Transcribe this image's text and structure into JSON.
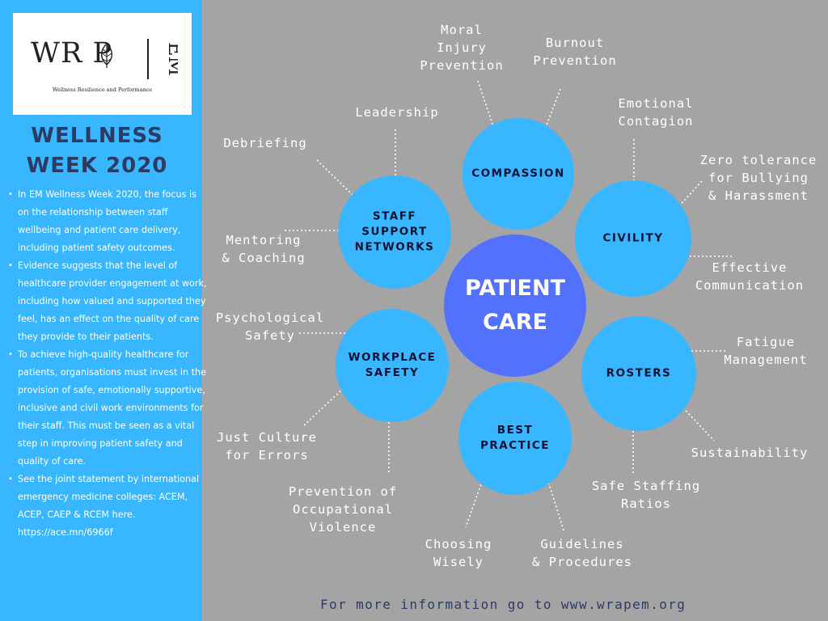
{
  "logo": {
    "text": "WR P",
    "em_text": "EM",
    "tagline": "Wellness   Resilience   and   Performance"
  },
  "sidebar": {
    "title": "WELLNESS\nWEEK 2020",
    "bullets": [
      "In EM Wellness Week 2020, the focus is on the relationship between staff wellbeing and patient care delivery, including patient safety outcomes.",
      "Evidence suggests that the level of healthcare provider engagement at work, including how valued and supported they feel, has an effect on the quality of care they provide to their patients.",
      "To achieve high-quality healthcare for patients,  organisations must invest in the provision of safe, emotionally supportive, inclusive and civil work environments for their staff. This must be seen as a vital step in improving patient safety and quality of care.",
      "See the joint statement by international emergency medicine colleges: ACEM, ACEP, CAEP & RCEM here. https://ace.mn/6966f"
    ]
  },
  "diagram": {
    "center": "PATIENT\nCARE",
    "circles": [
      {
        "label": "COMPASSION",
        "links": [
          "Moral\nInjury\nPrevention",
          "Burnout\nPrevention"
        ]
      },
      {
        "label": "CIVILITY",
        "links": [
          "Emotional\nContagion",
          "Zero tolerance\nfor Bullying\n& Harassment",
          "Effective\nCommunication"
        ]
      },
      {
        "label": "ROSTERS",
        "links": [
          "Fatigue\nManagement",
          "Sustainability",
          "Safe Staffing\nRatios"
        ]
      },
      {
        "label": "BEST\nPRACTICE",
        "links": [
          "Choosing\nWisely",
          "Guidelines\n& Procedures"
        ]
      },
      {
        "label": "WORKPLACE\nSAFETY",
        "links": [
          "Psychological\nSafety",
          "Just Culture\nfor Errors",
          "Prevention of\nOccupational\nViolence"
        ]
      },
      {
        "label": "STAFF\nSUPPORT\nNETWORKS",
        "links": [
          "Leadership",
          "Debriefing",
          "Mentoring\n& Coaching"
        ]
      }
    ]
  },
  "footer": "For more information go to www.wrapem.org",
  "colors": {
    "background": "#a4a4a4",
    "sidebar": "#38b6ff",
    "circle": "#38b6ff",
    "center_circle": "#5271ff",
    "title": "#2d3b63"
  },
  "icons": {
    "logo_leaf": "leaf-icon"
  }
}
